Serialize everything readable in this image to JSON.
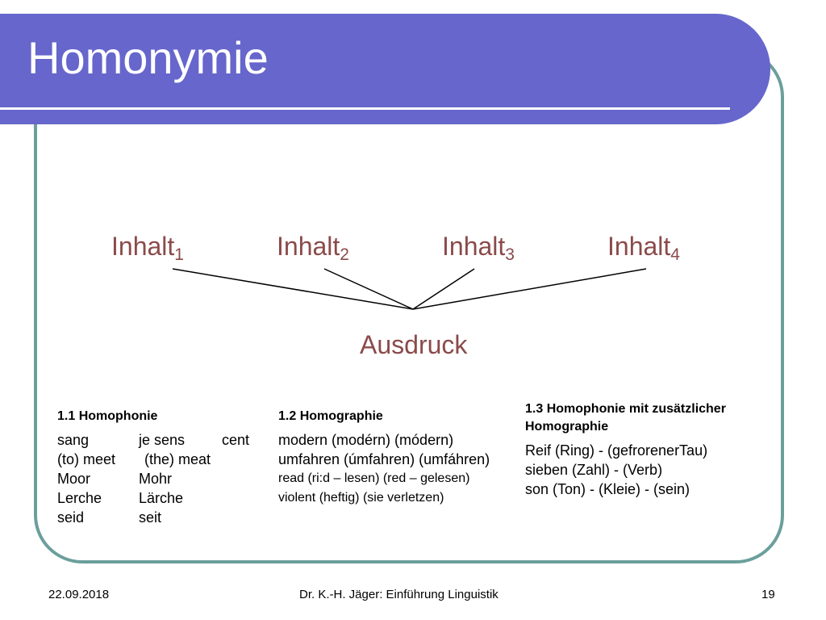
{
  "slide": {
    "title": "Homonymie",
    "inhalt": [
      {
        "label": "Inhalt",
        "sub": "1"
      },
      {
        "label": "Inhalt",
        "sub": "2"
      },
      {
        "label": "Inhalt",
        "sub": "3"
      },
      {
        "label": "Inhalt",
        "sub": "4"
      }
    ],
    "ausdruck": "Ausdruck",
    "sections": {
      "homophonie": {
        "heading": "1.1 Homophonie",
        "rows": [
          [
            "sang",
            "je sens",
            "cent"
          ],
          [
            "(to) meet",
            "(the) meat",
            ""
          ],
          [
            "Moor",
            "Mohr",
            ""
          ],
          [
            "Lerche",
            "Lärche",
            ""
          ],
          [
            "seid",
            "seit",
            ""
          ]
        ]
      },
      "homographie": {
        "heading": "1.2 Homographie",
        "lines": [
          "modern (modérn) (módern)",
          "umfahren (úmfahren) (umfáhren)",
          "read (ri:d – lesen) (red – gelesen)",
          "violent (heftig) (sie verletzen)"
        ]
      },
      "homophonie_homographie": {
        "heading_line1": "1.3 Homophonie mit zusätzlicher",
        "heading_line2": "Homographie",
        "lines": [
          "Reif (Ring) - (gefrorenerTau)",
          "sieben (Zahl) - (Verb)",
          "son (Ton) - (Kleie) - (sein)"
        ]
      }
    },
    "footer": {
      "date": "22.09.2018",
      "author": "Dr. K.-H. Jäger: Einführung Linguistik",
      "page": "19"
    }
  }
}
